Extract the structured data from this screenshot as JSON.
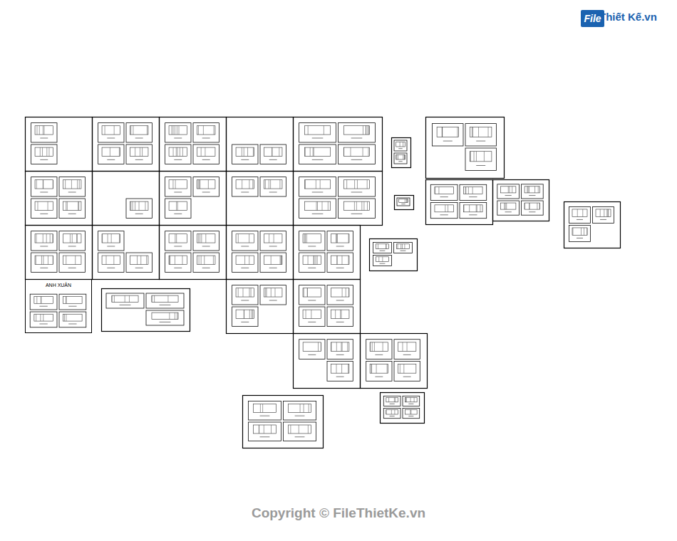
{
  "diagram": {
    "nodes": [
      {
        "text": [
          "File"
        ]
      },
      {
        "text": [
          "ANH XUÂN"
        ]
      }
    ],
    "labels": [
      "Thiết Kế.vn",
      "Copyright © FileThietKe.vn"
    ]
  }
}
